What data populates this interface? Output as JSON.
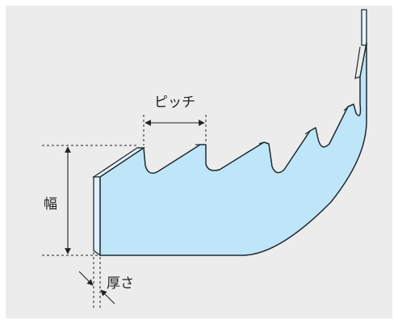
{
  "labels": {
    "pitch": "ピッチ",
    "width": "幅",
    "thickness": "厚さ"
  },
  "colors": {
    "background": "#ececec",
    "blade_face": "#bfe6f8",
    "blade_side": "#e6f6fd",
    "outline": "#1e2a32",
    "dimension_line": "#222222"
  }
}
